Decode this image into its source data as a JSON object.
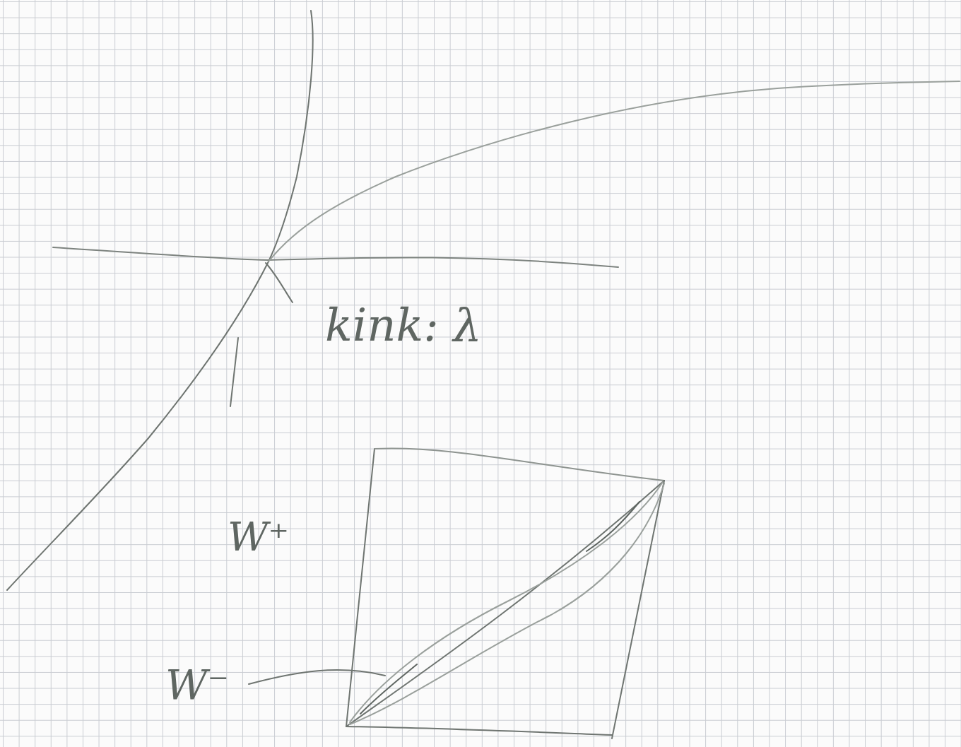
{
  "diagram": {
    "labels": [
      "kink: λ",
      "W⁺",
      "W⁻"
    ]
  }
}
